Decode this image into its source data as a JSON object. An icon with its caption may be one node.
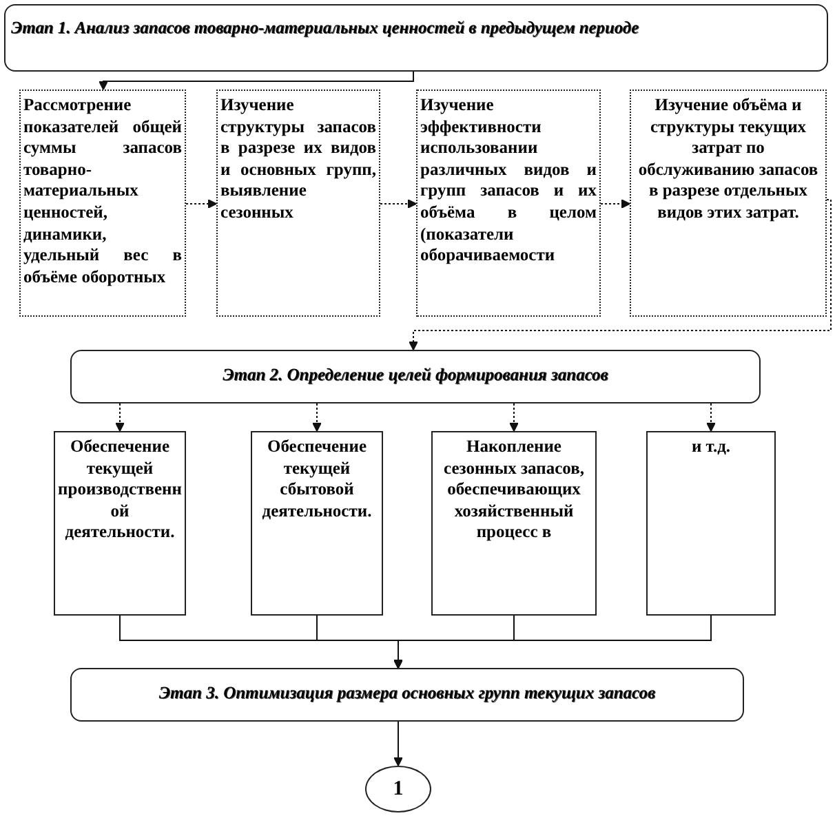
{
  "diagram": {
    "nodes": [
      {
        "text": [
          "Этап 1. Анализ запасов товарно-материальных ценностей в предыдущем периоде"
        ]
      },
      {
        "text": [
          "Рассмотрение показателей общей суммы запасов товарно-материальных ценностей, динамики, удельный вес в объёме оборотных"
        ]
      },
      {
        "text": [
          "Изучение структуры запасов в разрезе их видов и основных групп, выявление сезонных"
        ]
      },
      {
        "text": [
          "Изучение эффективности использовании различных видов и групп запасов и их объёма в целом (показатели оборачиваемости"
        ]
      },
      {
        "text": [
          "Изучение объёма и структуры текущих затрат по обслуживанию запасов в разрезе отдельных видов этих затрат."
        ]
      },
      {
        "text": [
          "Этап 2. Определение целей формирования запасов"
        ]
      },
      {
        "text": [
          "Обеспечение текущей производственной деятельности."
        ]
      },
      {
        "text": [
          "Обеспечение текущей сбытовой деятельности."
        ]
      },
      {
        "text": [
          "Накопление сезонных запасов, обеспечивающих хозяйственный процесс в"
        ]
      },
      {
        "text": [
          "и т.д."
        ]
      },
      {
        "text": [
          "Этап 3. Оптимизация размера основных групп текущих запасов"
        ]
      },
      {
        "text": [
          "1"
        ]
      }
    ],
    "edges": [
      {
        "from": 0,
        "to": 1,
        "arrow": "to"
      },
      {
        "from": 1,
        "to": 2,
        "arrow": "to",
        "style": "dashed"
      },
      {
        "from": 2,
        "to": 3,
        "arrow": "to",
        "style": "dashed"
      },
      {
        "from": 3,
        "to": 4,
        "arrow": "to",
        "style": "dashed"
      },
      {
        "from": 4,
        "to": 5,
        "arrow": "to",
        "style": "dashed"
      },
      {
        "from": 5,
        "to": 6,
        "arrow": "to",
        "style": "dashed"
      },
      {
        "from": 5,
        "to": 7,
        "arrow": "to",
        "style": "dashed"
      },
      {
        "from": 5,
        "to": 8,
        "arrow": "to",
        "style": "dashed"
      },
      {
        "from": 5,
        "to": 9,
        "arrow": "to",
        "style": "dashed"
      },
      {
        "from": 6,
        "to": 10,
        "arrow": "to"
      },
      {
        "from": 7,
        "to": 10,
        "arrow": "to"
      },
      {
        "from": 8,
        "to": 10,
        "arrow": "to"
      },
      {
        "from": 9,
        "to": 10,
        "arrow": "to"
      },
      {
        "from": 10,
        "to": 11,
        "arrow": "to"
      }
    ]
  }
}
